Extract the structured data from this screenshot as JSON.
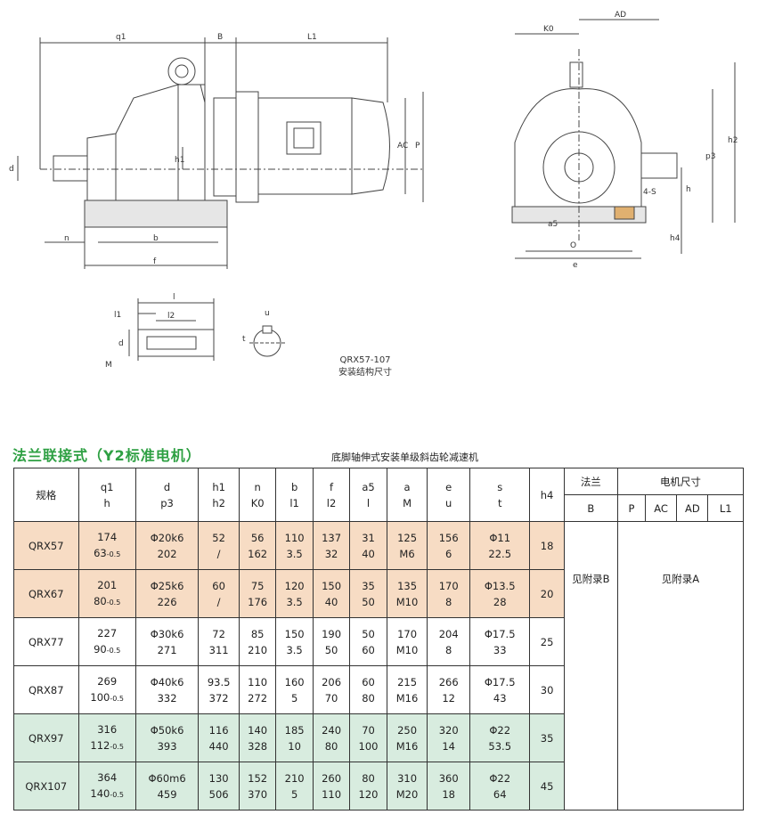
{
  "drawing": {
    "caption_model": "QRX57-107",
    "caption_desc": "安装结构尺寸",
    "labels": {
      "q1": "q1",
      "B": "B",
      "L1": "L1",
      "AC": "AC",
      "P": "P",
      "d": "d",
      "h1": "h1",
      "n": "n",
      "b": "b",
      "f": "f",
      "AD": "AD",
      "K0": "K0",
      "p3": "p3",
      "h2": "h2",
      "h": "h",
      "four_s": "4-S",
      "a5": "a5",
      "h4": "h4",
      "O": "O",
      "e": "e",
      "l": "l",
      "l1": "l1",
      "l2": "l2",
      "t": "t",
      "u": "u",
      "M": "M"
    }
  },
  "section_title": "法兰联接式（Y2标准电机）",
  "table_title": "底脚轴伸式安装单级斜齿轮减速机",
  "table": {
    "header": {
      "spec": "规格",
      "cols": [
        {
          "top": "q1",
          "bottom": "h"
        },
        {
          "top": "d",
          "bottom": "p3"
        },
        {
          "top": "h1",
          "bottom": "h2"
        },
        {
          "top": "n",
          "bottom": "K0"
        },
        {
          "top": "b",
          "bottom": "l1"
        },
        {
          "top": "f",
          "bottom": "l2"
        },
        {
          "top": "a5",
          "bottom": "l"
        },
        {
          "top": "a",
          "bottom": "M"
        },
        {
          "top": "e",
          "bottom": "u"
        },
        {
          "top": "s",
          "bottom": "t"
        }
      ],
      "h4": "h4",
      "flange": "法兰",
      "motor": "电机尺寸",
      "flange_sub": "B",
      "motor_sub": [
        "P",
        "AC",
        "AD",
        "L1"
      ]
    },
    "rows": [
      {
        "model": "QRX57",
        "tint": "orange",
        "cells": [
          [
            "174",
            "63-0.5"
          ],
          [
            "Φ20k6",
            "202"
          ],
          [
            "52",
            "/"
          ],
          [
            "56",
            "162"
          ],
          [
            "110",
            "3.5"
          ],
          [
            "137",
            "32"
          ],
          [
            "31",
            "40"
          ],
          [
            "125",
            "M6"
          ],
          [
            "156",
            "6"
          ],
          [
            "Φ11",
            "22.5"
          ]
        ],
        "h4": "18"
      },
      {
        "model": "QRX67",
        "tint": "orange",
        "cells": [
          [
            "201",
            "80-0.5"
          ],
          [
            "Φ25k6",
            "226"
          ],
          [
            "60",
            "/"
          ],
          [
            "75",
            "176"
          ],
          [
            "120",
            "3.5"
          ],
          [
            "150",
            "40"
          ],
          [
            "35",
            "50"
          ],
          [
            "135",
            "M10"
          ],
          [
            "170",
            "8"
          ],
          [
            "Φ13.5",
            "28"
          ]
        ],
        "h4": "20"
      },
      {
        "model": "QRX77",
        "tint": "none",
        "cells": [
          [
            "227",
            "90-0.5"
          ],
          [
            "Φ30k6",
            "271"
          ],
          [
            "72",
            "311"
          ],
          [
            "85",
            "210"
          ],
          [
            "150",
            "3.5"
          ],
          [
            "190",
            "50"
          ],
          [
            "50",
            "60"
          ],
          [
            "170",
            "M10"
          ],
          [
            "204",
            "8"
          ],
          [
            "Φ17.5",
            "33"
          ]
        ],
        "h4": "25"
      },
      {
        "model": "QRX87",
        "tint": "none",
        "cells": [
          [
            "269",
            "100-0.5"
          ],
          [
            "Φ40k6",
            "332"
          ],
          [
            "93.5",
            "372"
          ],
          [
            "110",
            "272"
          ],
          [
            "160",
            "5"
          ],
          [
            "206",
            "70"
          ],
          [
            "60",
            "80"
          ],
          [
            "215",
            "M16"
          ],
          [
            "266",
            "12"
          ],
          [
            "Φ17.5",
            "43"
          ]
        ],
        "h4": "30"
      },
      {
        "model": "QRX97",
        "tint": "green",
        "cells": [
          [
            "316",
            "112-0.5"
          ],
          [
            "Φ50k6",
            "393"
          ],
          [
            "116",
            "440"
          ],
          [
            "140",
            "328"
          ],
          [
            "185",
            "10"
          ],
          [
            "240",
            "80"
          ],
          [
            "70",
            "100"
          ],
          [
            "250",
            "M16"
          ],
          [
            "320",
            "14"
          ],
          [
            "Φ22",
            "53.5"
          ]
        ],
        "h4": "35"
      },
      {
        "model": "QRX107",
        "tint": "green",
        "cells": [
          [
            "364",
            "140-0.5"
          ],
          [
            "Φ60m6",
            "459"
          ],
          [
            "130",
            "506"
          ],
          [
            "152",
            "370"
          ],
          [
            "210",
            "5"
          ],
          [
            "260",
            "110"
          ],
          [
            "80",
            "120"
          ],
          [
            "310",
            "M20"
          ],
          [
            "360",
            "18"
          ],
          [
            "Φ22",
            "64"
          ]
        ],
        "h4": "45"
      }
    ],
    "appendix_b": "见附录B",
    "appendix_a": "见附录A"
  }
}
